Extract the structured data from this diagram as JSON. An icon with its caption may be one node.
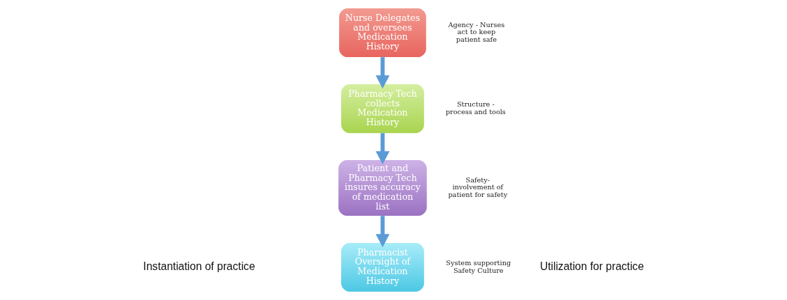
{
  "diagram": {
    "nodes": [
      {
        "text": [
          "Nurse Delegates and oversees Medication History"
        ],
        "beside": [
          "Agency - Nurses act to keep patient safe"
        ]
      },
      {
        "text": [
          "Pharmacy Tech collects Medication History"
        ],
        "beside": [
          "Structure - process and tools"
        ]
      },
      {
        "text": [
          "Patient and Pharmacy Tech insures accuracy of medication list"
        ],
        "beside": [
          "Safety- involvement of patient for safety"
        ]
      },
      {
        "text": [
          "Pharmacist Oversight of Medication History"
        ],
        "beside": [
          "System supporting Safety Culture"
        ]
      }
    ],
    "edges": [
      {
        "from": 0,
        "to": 1,
        "arrow": "to"
      },
      {
        "from": 1,
        "to": 2,
        "arrow": "to"
      },
      {
        "from": 2,
        "to": 3,
        "arrow": "to"
      }
    ],
    "labels": [
      "Instantiation of practice",
      "Utilization for practice"
    ]
  }
}
